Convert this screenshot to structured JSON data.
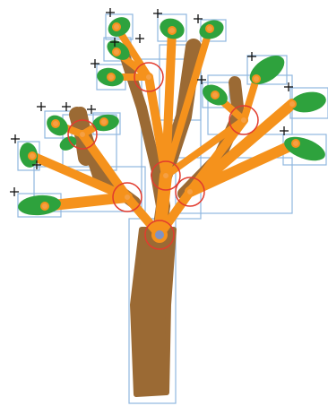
{
  "figure": {
    "subject": "tree-skeleton-rig",
    "colors": {
      "background": "#ffffff",
      "bark": "#9b6a34",
      "bone": "#f5921c",
      "leaf": "#2ea23d",
      "joint_ring": "#e23b2e",
      "bounding_box": "#8fb7e0",
      "marker": "#111111",
      "root_joint": "#7f93c5"
    },
    "icon_names": [
      "crosshair-icon",
      "joint-ring-icon",
      "leaf-icon"
    ],
    "joint_count": 7,
    "leaf_count": 14
  }
}
